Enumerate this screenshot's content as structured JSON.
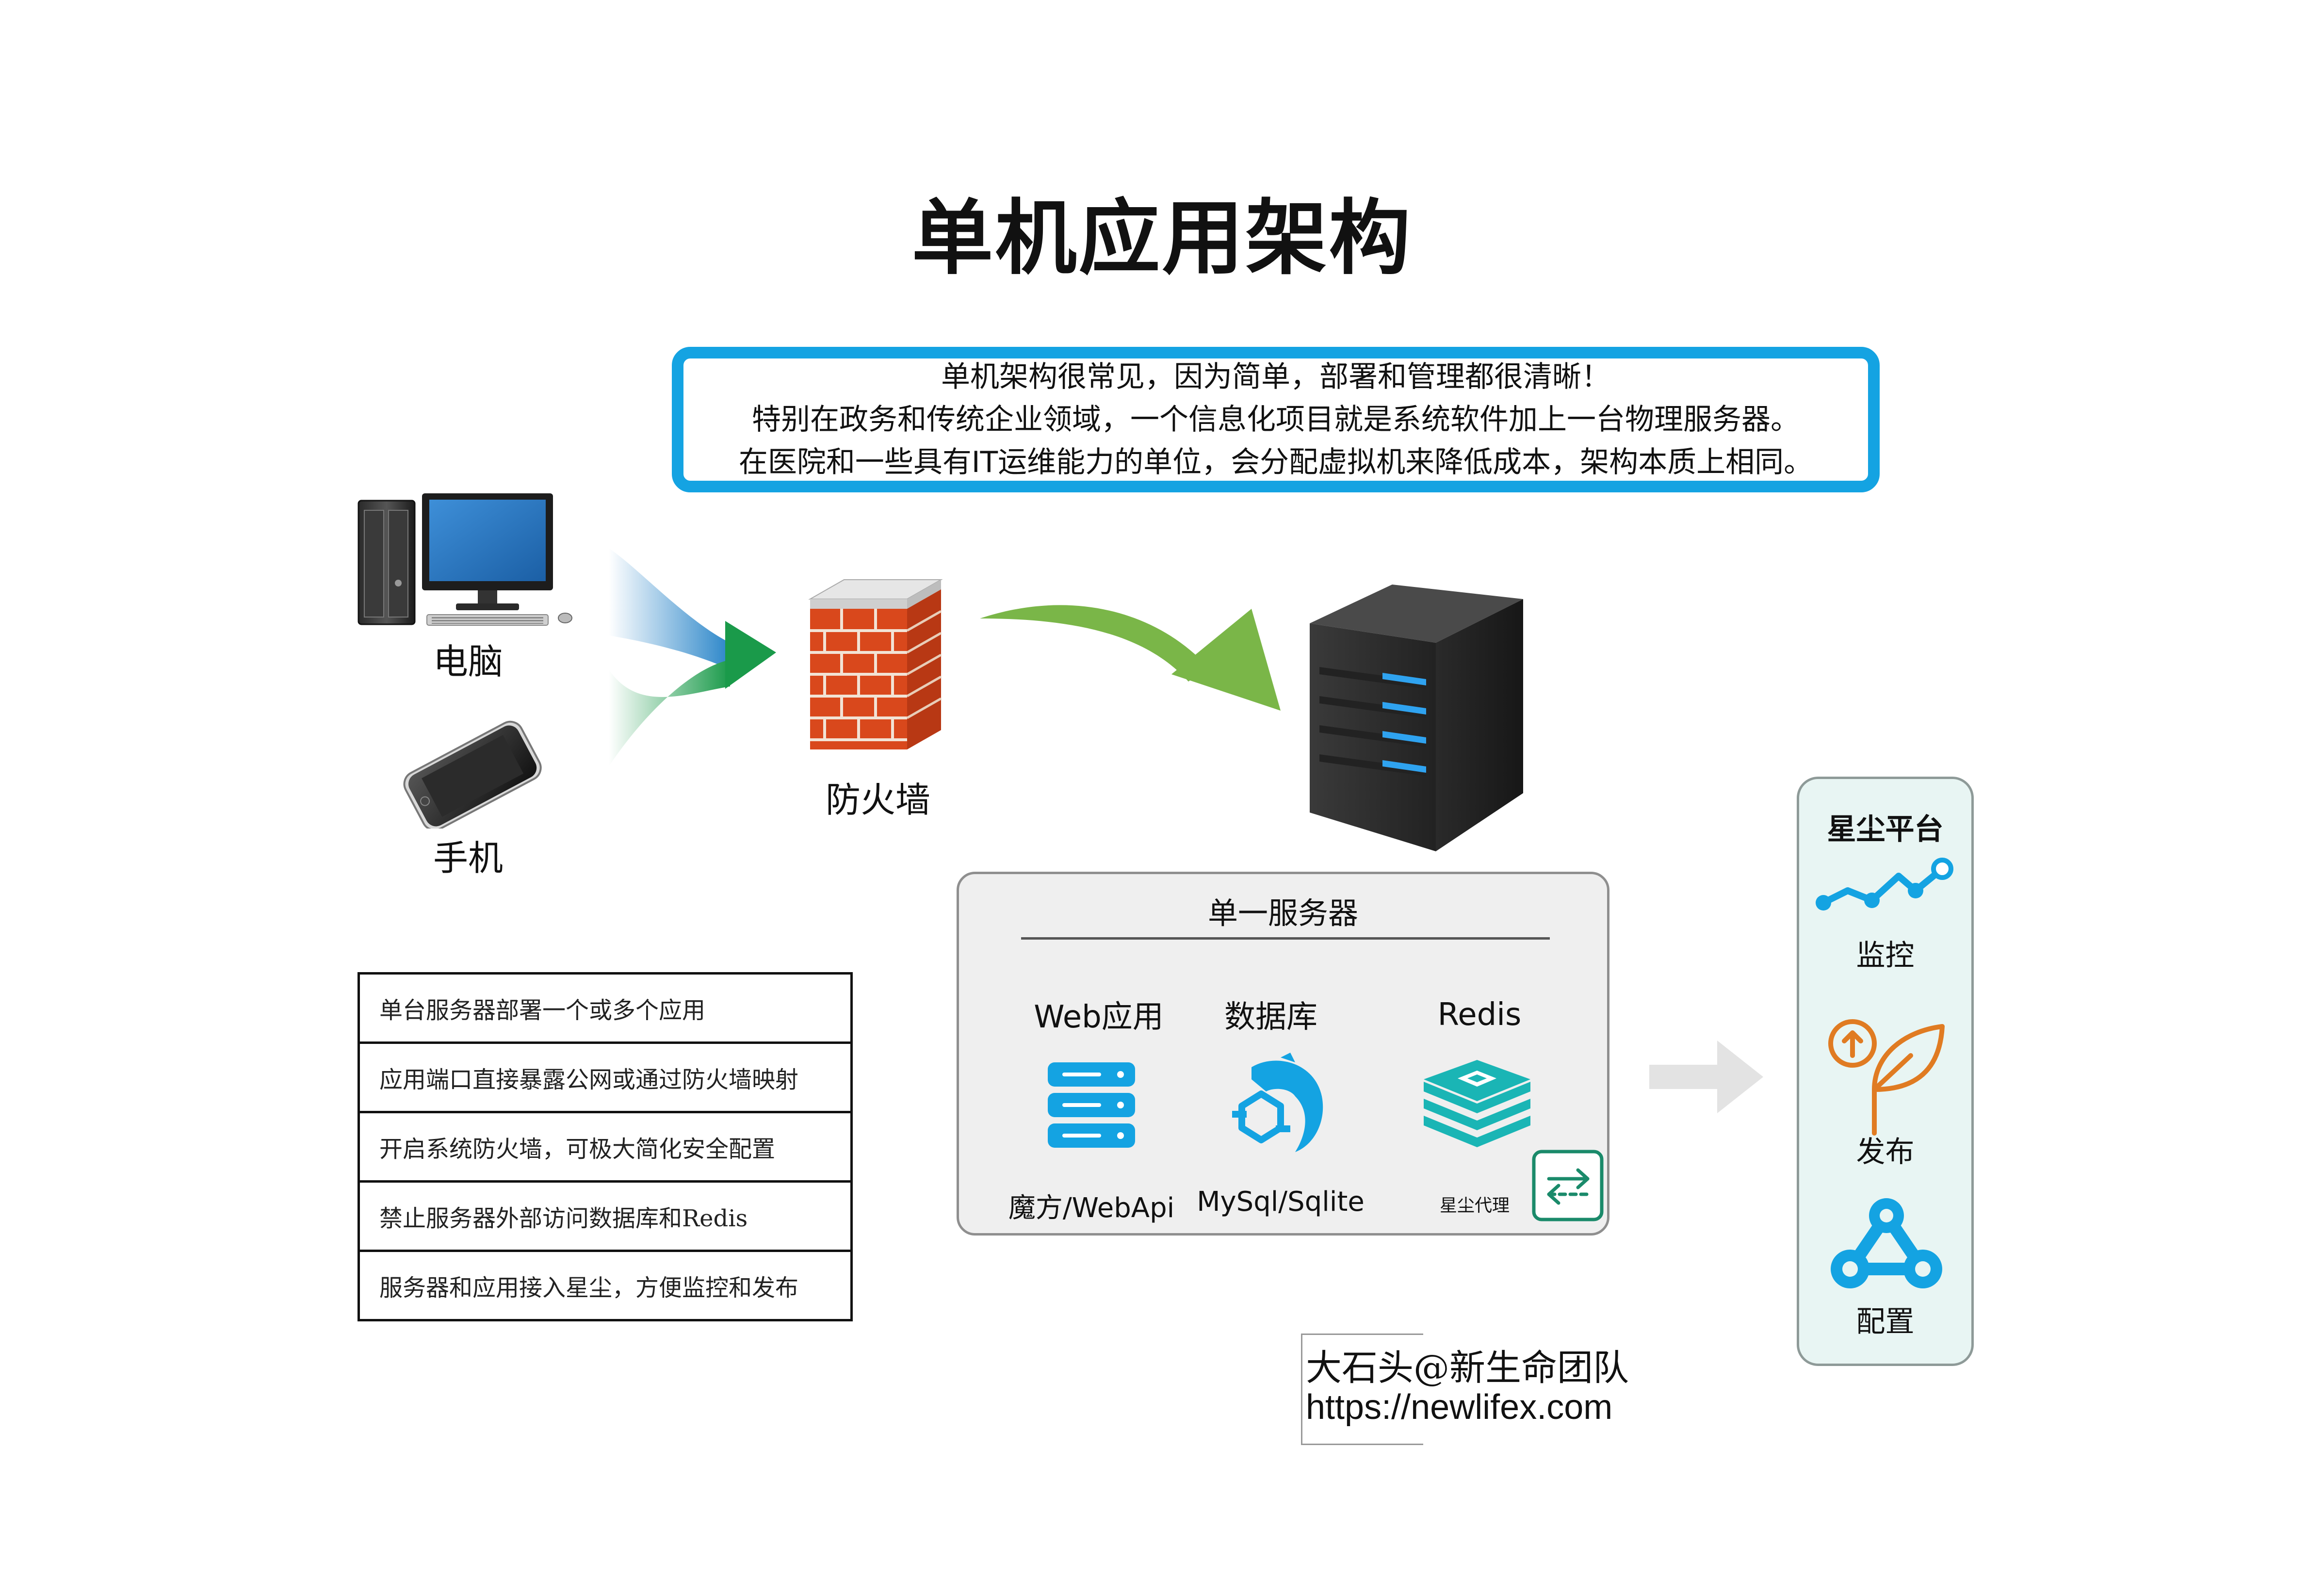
{
  "title": "单机应用架构",
  "intro": {
    "lines": [
      "单机架构很常见，因为简单，部署和管理都很清晰！",
      "特别在政务和传统企业领域，一个信息化项目就是系统软件加上一台物理服务器。",
      "在医院和一些具有IT运维能力的单位，会分配虚拟机来降低成本，架构本质上相同。"
    ],
    "border_color": "#14a3e2"
  },
  "devices": [
    {
      "label": "电脑",
      "icon": "desktop-computer-icon"
    },
    {
      "label": "手机",
      "icon": "smartphone-icon"
    }
  ],
  "firewall": {
    "label": "防火墙",
    "icon": "brick-wall-icon"
  },
  "server": {
    "icon": "server-tower-icon",
    "box_title": "单一服务器",
    "components": [
      {
        "title": "Web应用",
        "subtitle": "魔方/WebApi",
        "icon": "server-stack-icon",
        "color": "#14a3e2"
      },
      {
        "title": "数据库",
        "subtitle": "MySql/Sqlite",
        "icon": "dolphin-database-icon",
        "color": "#14a3e2"
      },
      {
        "title": "Redis",
        "subtitle": "",
        "icon": "redis-layers-icon",
        "color": "#1ab5b5"
      }
    ],
    "proxy_label": "星尘代理"
  },
  "notes": [
    "单台服务器部署一个或多个应用",
    "应用端口直接暴露公网或通过防火墙映射",
    "开启系统防火墙，可极大简化安全配置",
    "禁止服务器外部访问数据库和Redis",
    "服务器和应用接入星尘，方便监控和发布"
  ],
  "platform": {
    "title": "星尘平台",
    "items": [
      {
        "label": "监控",
        "icon": "monitor-trend-icon"
      },
      {
        "label": "发布",
        "icon": "publish-leaf-icon"
      },
      {
        "label": "配置",
        "icon": "config-nodes-icon"
      }
    ],
    "background": "#e8f5f3"
  },
  "credit": {
    "line1": "大石头@新生命团队",
    "line2": "https://newlifex.com"
  }
}
